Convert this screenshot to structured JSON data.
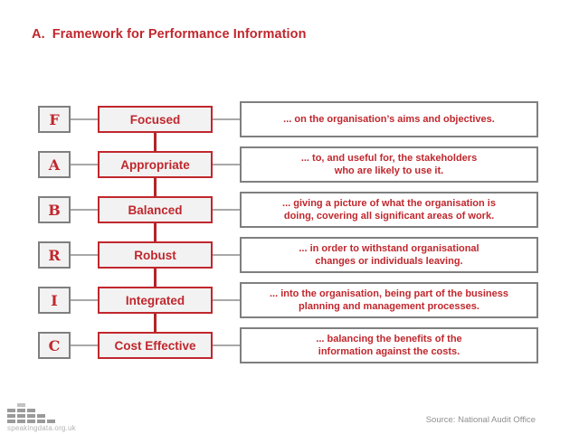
{
  "title": {
    "prefix": "A.",
    "text": "Framework for Performance Information"
  },
  "rows": [
    {
      "letter": "F",
      "label": "Focused",
      "desc_lines": [
        "... on the organisation’s aims and objectives."
      ]
    },
    {
      "letter": "A",
      "label": "Appropriate",
      "desc_lines": [
        "... to, and useful for, the stakeholders",
        "who are likely to use it."
      ]
    },
    {
      "letter": "B",
      "label": "Balanced",
      "desc_lines": [
        "... giving a picture of what the organisation is",
        "doing, covering all significant areas of work."
      ]
    },
    {
      "letter": "R",
      "label": "Robust",
      "desc_lines": [
        "... in order to withstand organisational",
        "changes or individuals leaving."
      ]
    },
    {
      "letter": "I",
      "label": "Integrated",
      "desc_lines": [
        "... into the organisation, being part of the business",
        "planning and management processes."
      ]
    },
    {
      "letter": "C",
      "label": "Cost Effective",
      "desc_lines": [
        "... balancing the benefits of the",
        "information against the costs."
      ]
    }
  ],
  "footer": {
    "logo_text": "speakingdata.org.uk",
    "source": "Source: National Audit Office",
    "logo_icon": "equalizer-bars-icon",
    "logo_bar_counts": [
      3,
      4,
      3,
      2,
      1
    ]
  },
  "colors": {
    "accent_red": "#c0272d",
    "connector_red": "#b02529",
    "border_gray": "#7f7f7f",
    "box_fill": "#f2f2f2",
    "connector_gray": "#a8a8a8",
    "footer_text_gray": "#9a9a9a"
  }
}
